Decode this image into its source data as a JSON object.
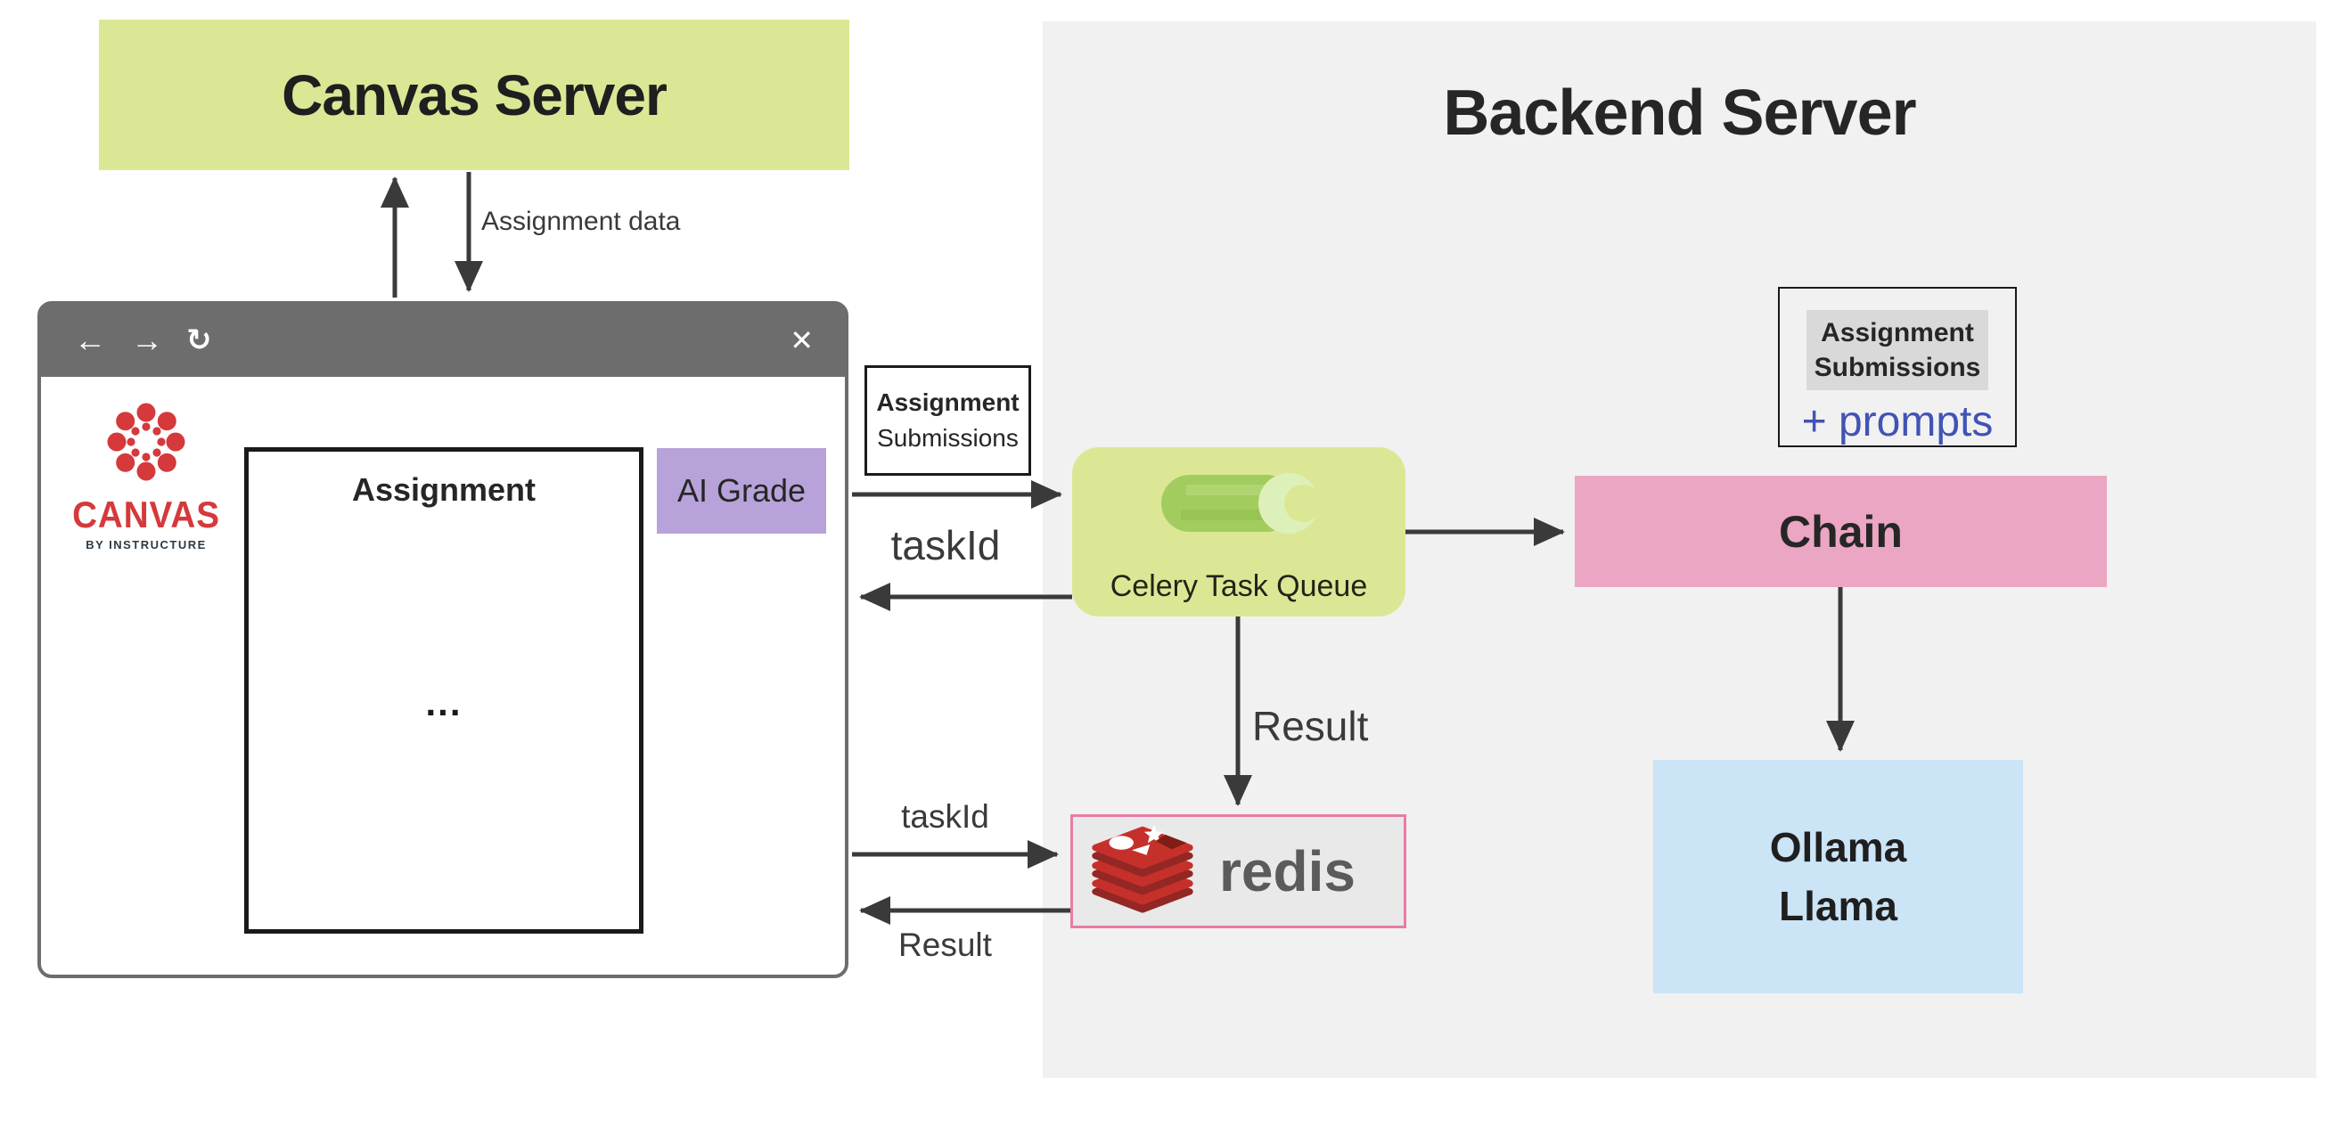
{
  "canvas_server": {
    "label": "Canvas Server"
  },
  "backend": {
    "title": "Backend Server"
  },
  "edge_labels": {
    "assignment_data": "Assignment data",
    "taskid_top": "taskId",
    "result_mid": "Result",
    "taskid_bottom": "taskId",
    "result_bottom": "Result"
  },
  "browser": {
    "toolbar": {
      "back": "←",
      "forward": "→",
      "refresh": "↻",
      "close": "✕"
    },
    "logo": {
      "name": "CANVAS",
      "byline": "BY INSTRUCTURE"
    },
    "assignment": {
      "title": "Assignment",
      "more": "..."
    },
    "ai_grade": {
      "label": "AI Grade"
    }
  },
  "submissions_note": {
    "line1": "Assignment",
    "line2": "Submissions"
  },
  "celery": {
    "label": "Celery Task Queue"
  },
  "chain": {
    "label": "Chain"
  },
  "ollama": {
    "line1": "Ollama",
    "line2": "Llama"
  },
  "prompts_note": {
    "line1": "Assignment",
    "line2": "Submissions",
    "prompts": "+ prompts"
  },
  "redis": {
    "wordmark": "redis"
  },
  "colors": {
    "lime": "#dce795",
    "backend_gray": "#f1f1f1",
    "chain_pink": "#eba6c3",
    "ollama_blue": "#cbe4f6",
    "ai_grade_purple": "#b7a3da",
    "redis_border_pink": "#e87ca8",
    "redis_red": "#c6302b",
    "canvas_red": "#d5393b",
    "prompts_indigo": "#4153b4",
    "toolbar_gray": "#6d6d6d",
    "arrow_dark": "#3a3a3a",
    "highlight_gray": "#d9d9d9"
  }
}
